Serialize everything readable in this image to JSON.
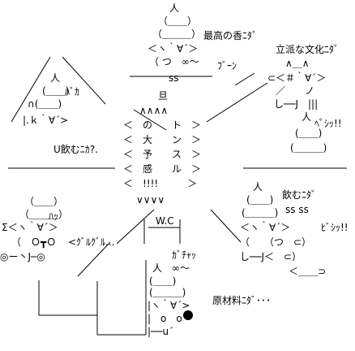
{
  "art": {
    "speech_top": "最高の香ﾆﾀﾞ",
    "speech_culture": "立派な文化ﾆﾀﾞ",
    "boon": "ﾌﾞｰﾝ",
    "baka": "ﾊﾞｶ",
    "hah": "ﾊｯ",
    "drink_nida": "飲むﾆﾀﾞ",
    "pishi1": "ﾍﾟｼｯ!!",
    "pishi2": "ﾋﾞｼｯ!!",
    "ganya": "ｶﾞﾁｬｯ",
    "ingredients": "原材料ﾆﾀﾞ･･･",
    "nomu_question": "U飲むﾆｶ?.",
    "guru": "<ｸﾞﾙｸﾞﾙ...",
    "tan": "旦",
    "wc": "W.C",
    "center_text": [
      "＜　の　　ト　＞",
      "＜　大　　ン　＞",
      "＜　予　　ス　＞",
      "＜　感　　ル　＞",
      "＜　!!!!　　　＞"
    ],
    "center_top": "∧∧∧∧",
    "center_bottom": "∨∨∨∨",
    "poop_top": [
      "　人",
      "（＿＿）",
      "（＿＿＿）",
      "＜ヽ｀∀´＞",
      "（ つ　∞～"
    ],
    "right_man": [
      "∧＿∧",
      "⊂＜＃｀∀´＞",
      "／　　ノ",
      "し──J　|||"
    ],
    "left_poop": [
      "人",
      "(＿＿)",
      "∩(＿＿)",
      "|.ｋ｀∀´>"
    ],
    "left_man": [
      "（＿＿）",
      "（＿＿＿）",
      "Σ＜ヽ｀∀´＞",
      "（　Ｏ┳Ｏ",
      "◎ー丶J─◎"
    ],
    "right_poop_small": [
      "人",
      "(＿＿)",
      "(＿＿＿)"
    ],
    "right_bottom_man": [
      "＜ヽ｀∀´＞",
      "（　　（つ　⊂）",
      "し──J＜　⊂）",
      "＜＿＿⊃"
    ],
    "right_bottom_poop": [
      "人",
      "(＿＿)",
      "(＿＿＿)",
      "ss ss"
    ],
    "toilet": [
      "人　∞～",
      "(＿＿)",
      "(＿＿＿)",
      "|ヽ｀∀´>",
      "|　o　o",
      "|──u´"
    ],
    "steam": "ss"
  }
}
